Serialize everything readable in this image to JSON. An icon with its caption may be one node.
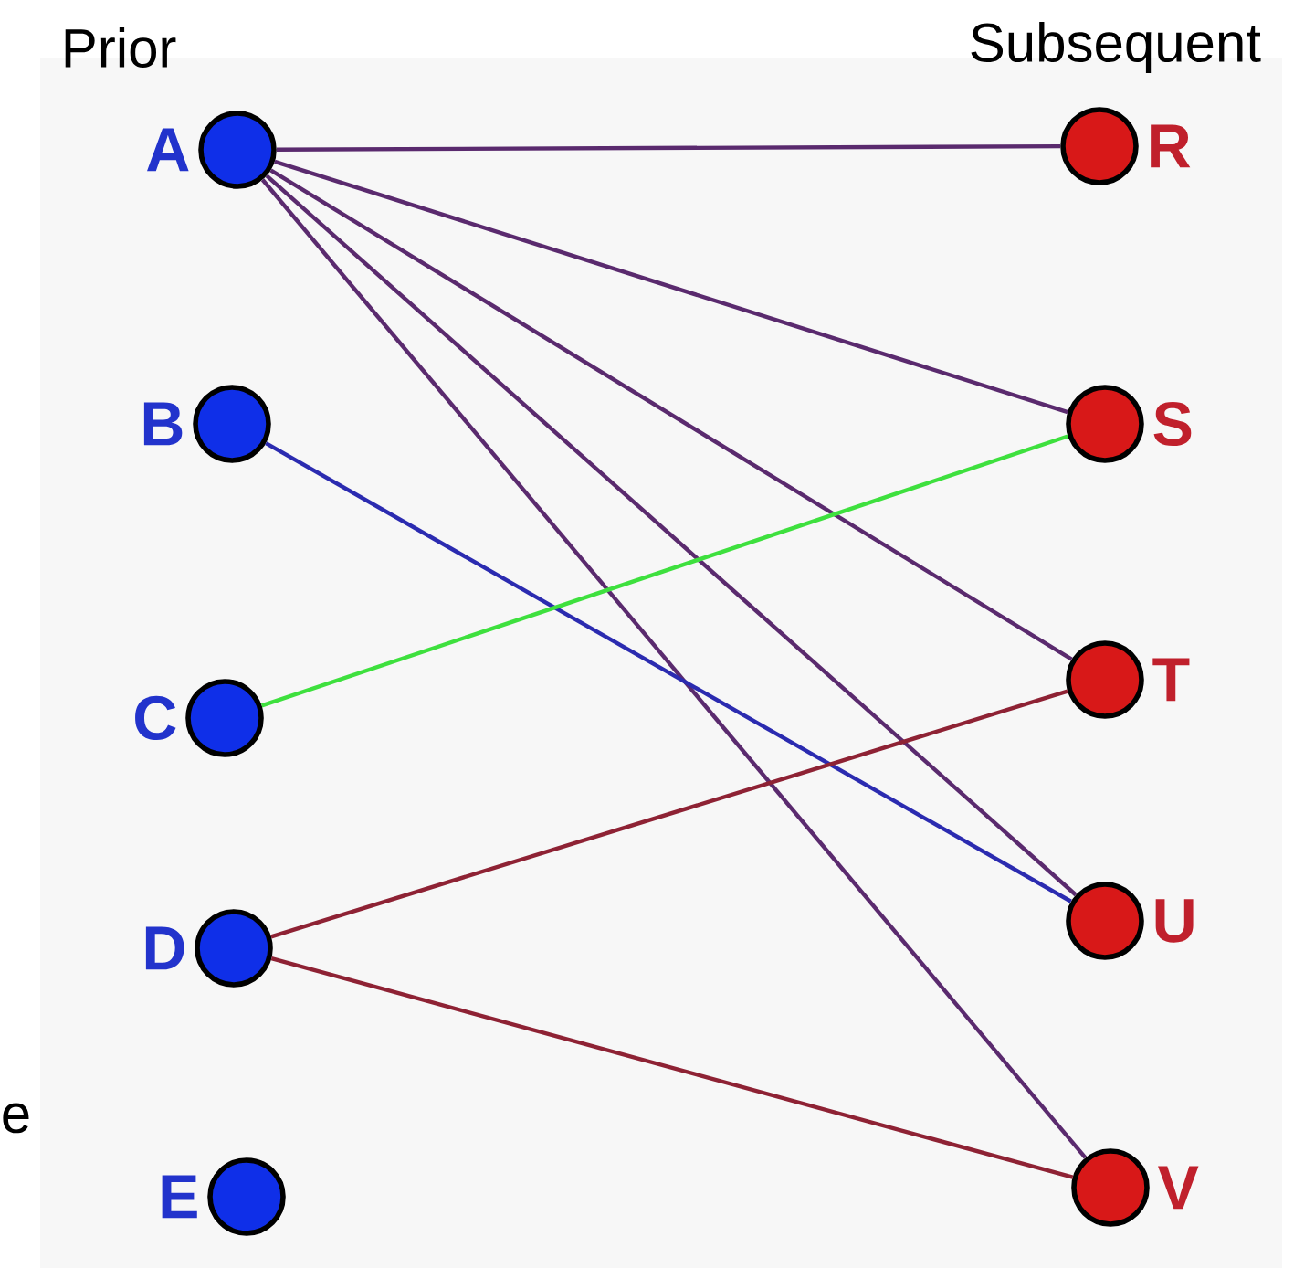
{
  "diagram": {
    "nodes": [
      {
        "text": [
          "A"
        ]
      },
      {
        "text": [
          "B"
        ]
      },
      {
        "text": [
          "C"
        ]
      },
      {
        "text": [
          "D"
        ]
      },
      {
        "text": [
          "E"
        ]
      },
      {
        "text": [
          "R"
        ]
      },
      {
        "text": [
          "S"
        ]
      },
      {
        "text": [
          "T"
        ]
      },
      {
        "text": [
          "U"
        ]
      },
      {
        "text": [
          "V"
        ]
      }
    ],
    "edges": [
      {
        "from": 0,
        "to": 5,
        "arrow": "none"
      },
      {
        "from": 0,
        "to": 6,
        "arrow": "none"
      },
      {
        "from": 0,
        "to": 7,
        "arrow": "none"
      },
      {
        "from": 0,
        "to": 8,
        "arrow": "none"
      },
      {
        "from": 0,
        "to": 9,
        "arrow": "none"
      },
      {
        "from": 1,
        "to": 8,
        "arrow": "none",
        "color": "#2b2bb0"
      },
      {
        "from": 2,
        "to": 6,
        "arrow": "none",
        "color": "#3ee03e"
      },
      {
        "from": 3,
        "to": 7,
        "arrow": "none",
        "color": "#8e2234"
      },
      {
        "from": 3,
        "to": 9,
        "arrow": "none",
        "color": "#8e2234"
      }
    ],
    "labels": [
      "Prior",
      "Subsequent",
      "e"
    ]
  }
}
